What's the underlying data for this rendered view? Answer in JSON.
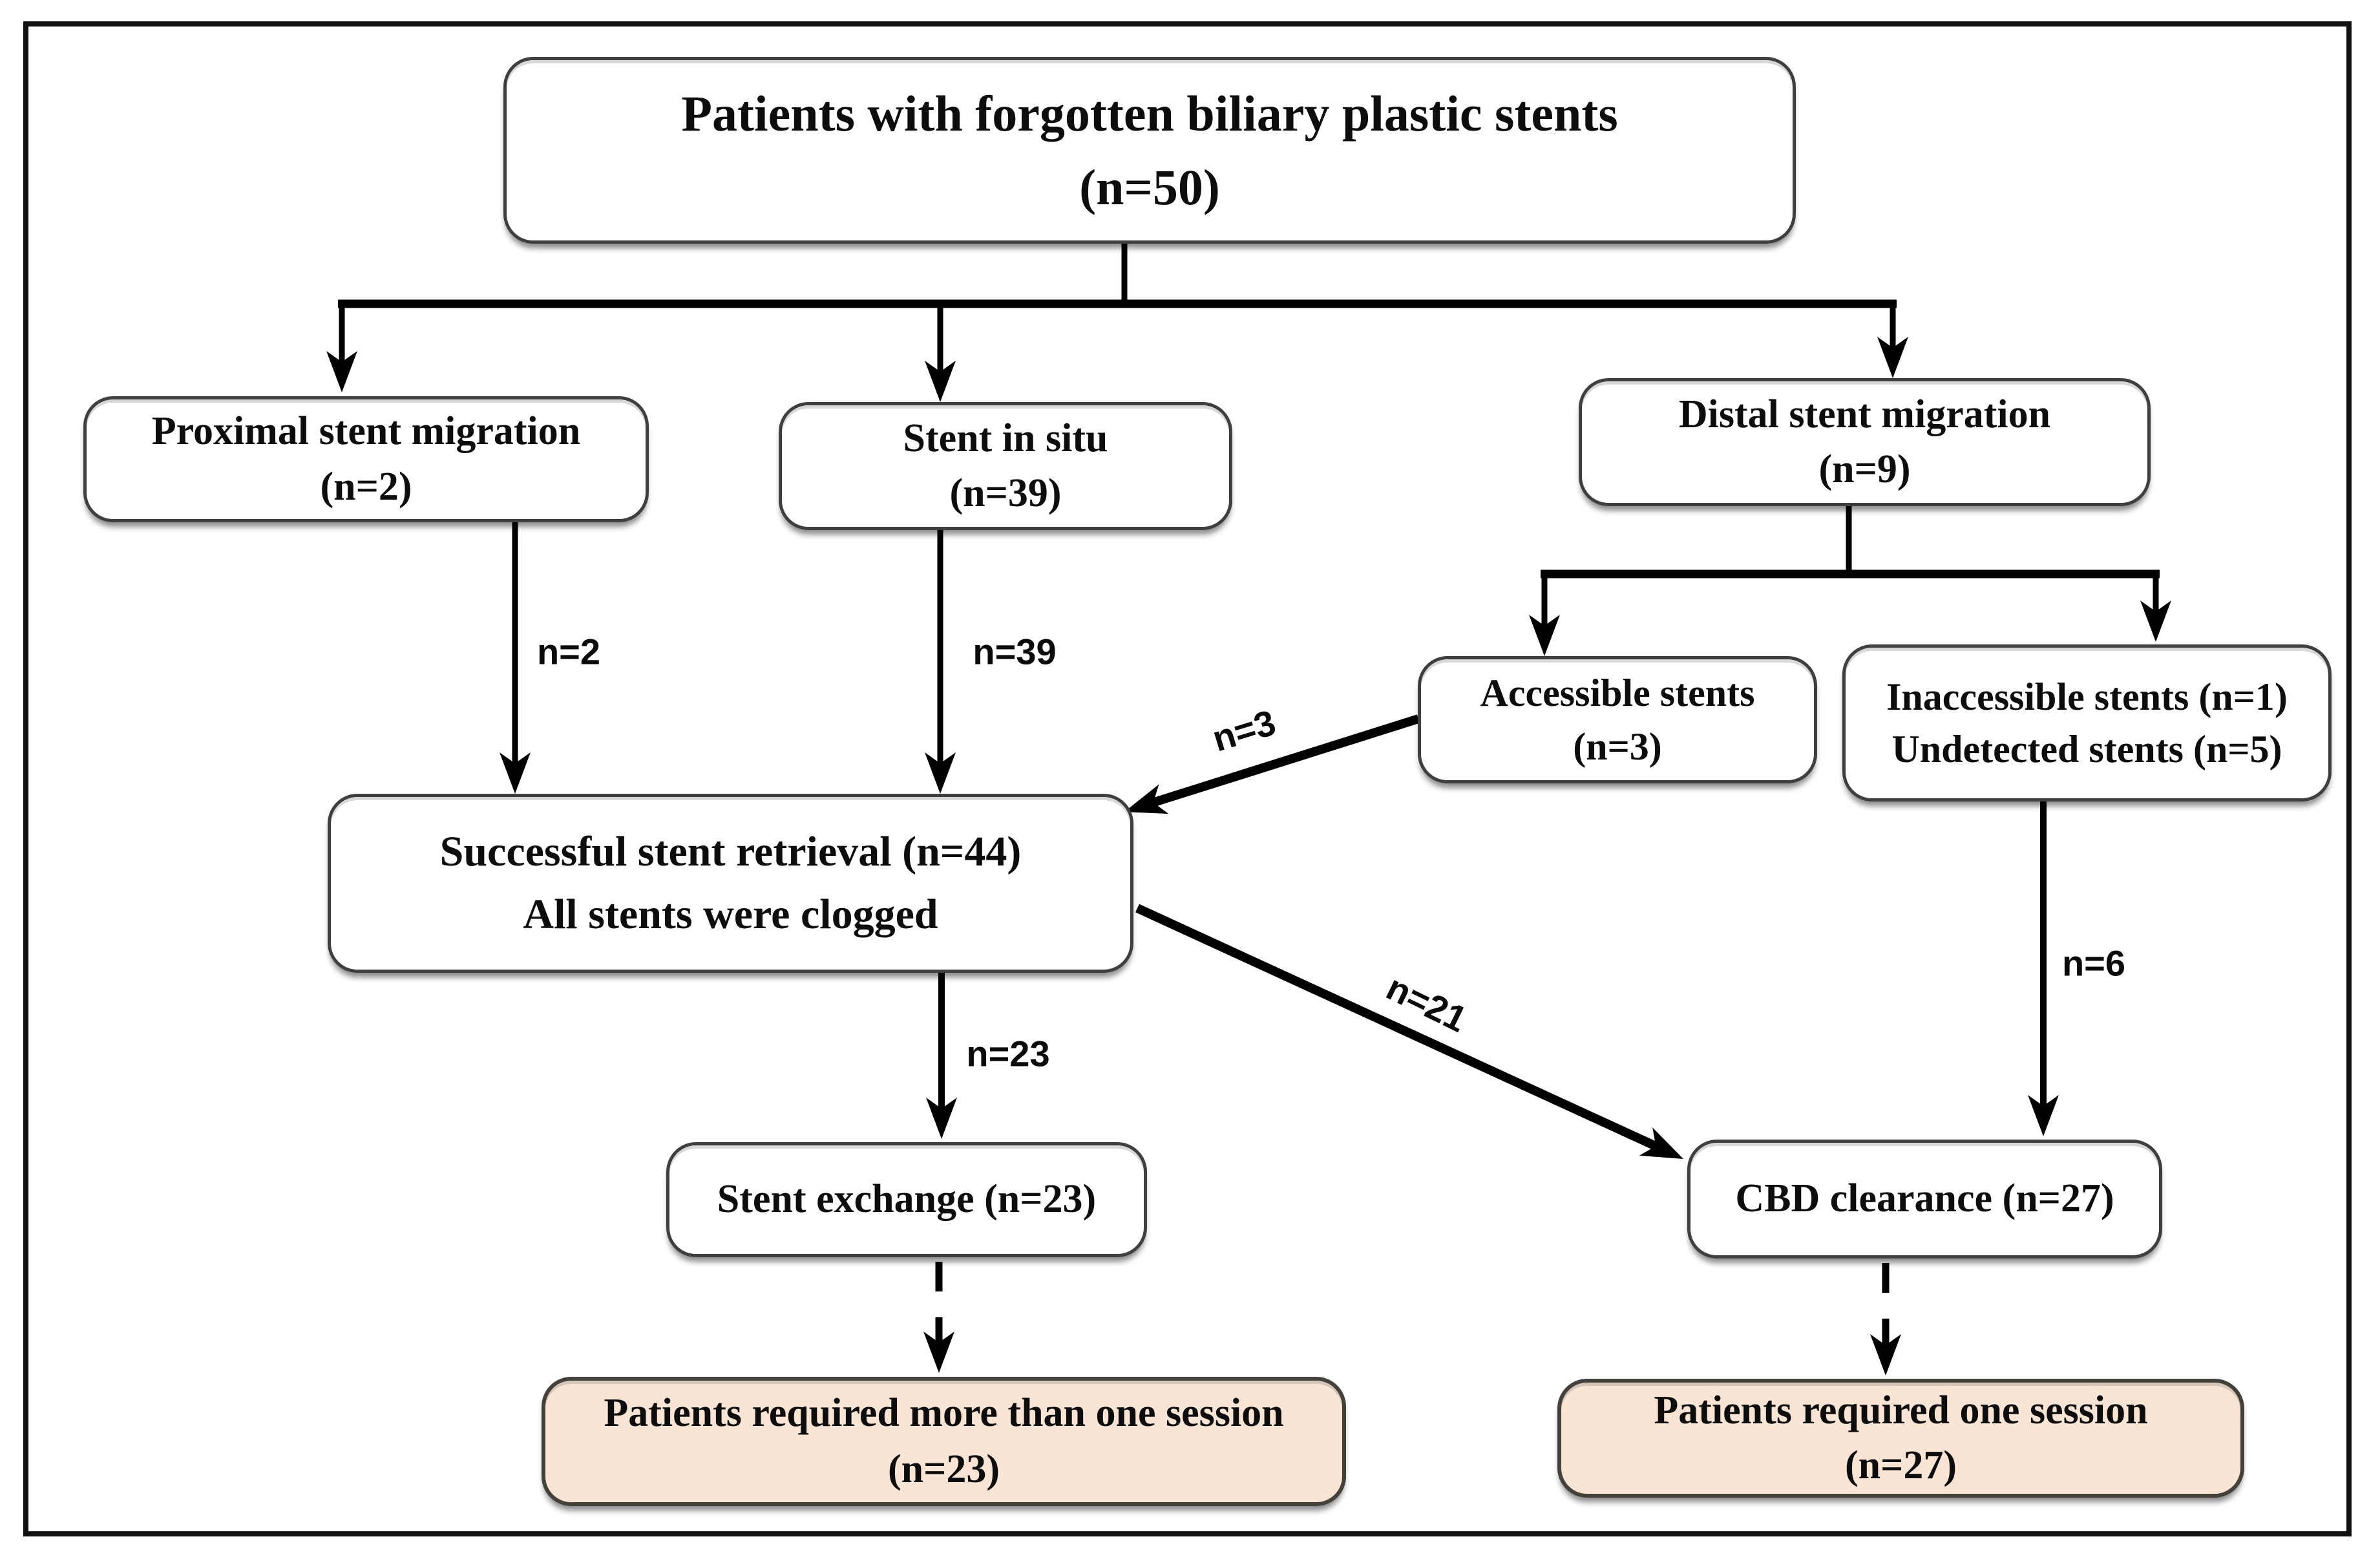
{
  "nodes": {
    "root": {
      "line1": "Patients with forgotten biliary plastic stents",
      "line2": "(n=50)"
    },
    "proximal": {
      "line1": "Proximal stent migration",
      "line2": "(n=2)"
    },
    "insitu": {
      "line1": "Stent in situ",
      "line2": "(n=39)"
    },
    "distal": {
      "line1": "Distal stent migration",
      "line2": "(n=9)"
    },
    "accessible": {
      "line1": "Accessible stents",
      "line2": "(n=3)"
    },
    "inaccessible": {
      "line1": "Inaccessible stents (n=1)",
      "line2": "Undetected stents (n=5)"
    },
    "successful": {
      "line1": "Successful stent retrieval (n=44)",
      "line2": "All stents were clogged"
    },
    "exchange": {
      "line1": "Stent exchange (n=23)"
    },
    "cbd": {
      "line1": "CBD clearance (n=27)"
    },
    "multi_session": {
      "line1": "Patients required more than one session",
      "line2": "(n=23)"
    },
    "one_session": {
      "line1": "Patients required one session",
      "line2": "(n=27)"
    }
  },
  "edge_labels": {
    "n2": "n=2",
    "n39": "n=39",
    "n3": "n=3",
    "n21": "n=21",
    "n23": "n=23",
    "n6": "n=6"
  },
  "colors": {
    "highlight_fill": "#fae5d4",
    "box_border": "#3f3f3f",
    "line": "#000000",
    "frame_border": "#121212"
  }
}
